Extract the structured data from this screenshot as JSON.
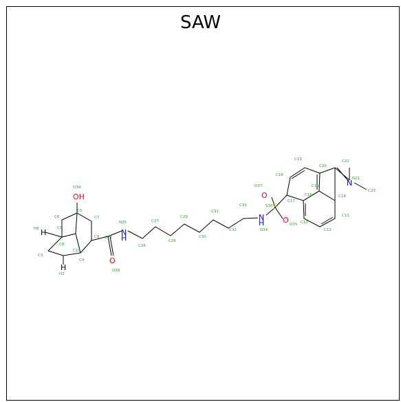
{
  "title": "SAW",
  "colors": {
    "carbon_label": "#22aa22",
    "oxygen": "#ff0000",
    "nitrogen": "#0000ff",
    "sulfur": "#cccc00",
    "bond": "#000000"
  },
  "atoms": {
    "O": "O",
    "OH": "OH",
    "N": "N",
    "NH": "H",
    "H": "H",
    "S": "S"
  },
  "labels": {
    "O39": "O39",
    "C5": "C5",
    "C6": "C6",
    "C7": "C7",
    "C1": "C1",
    "H8": "H8",
    "C3": "C3",
    "C10": "C10",
    "C4": "C4",
    "C9": "C9",
    "C18": "C8",
    "H2": "H2",
    "C24": "C24",
    "O38": "O38",
    "N25": "N25",
    "C26": "C26",
    "C27": "C27",
    "C28": "C28",
    "C29": "C29",
    "C30": "C30",
    "C31": "C31",
    "C32": "C32",
    "C33": "C33",
    "N34": "N34",
    "S36": "S36",
    "O37": "O37",
    "O35": "O35",
    "C17": "C17",
    "C16": "C16",
    "C18b": "C18",
    "C19": "C19",
    "C20": "C20",
    "C15": "C15",
    "C14": "C14",
    "C13": "C13",
    "C12": "C12",
    "C11": "C11",
    "N21": "N21",
    "C22": "C22",
    "C23": "C23"
  }
}
